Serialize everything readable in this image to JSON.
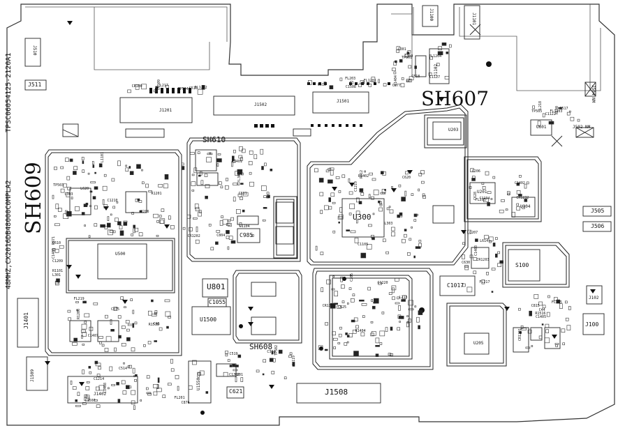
{
  "board": {
    "part_number": "TPSC06054125-2120A1",
    "model_note": "48MHZ,CX2016DB48000C0MPLA2"
  },
  "shields": {
    "sh609": "SH609",
    "sh607": "SH607",
    "sh608": "SH608",
    "sh610": "SH610"
  },
  "chips": {
    "u300": "U300",
    "u801": "U801",
    "u1500": "U1500",
    "s100": "S100",
    "c985": "C985",
    "c1055": "C1055",
    "c621": "C621",
    "j1508": "J1508",
    "j1401": "J1401",
    "j1201": "J1201",
    "j1502": "J1502",
    "j1501": "J1501",
    "j511": "J511",
    "j510": "J510",
    "j505": "J505",
    "j506": "J506",
    "j100": "J100",
    "j102": "J102",
    "j1102": "J1102",
    "j1402": "J1402",
    "j1101": "J1101",
    "j1509": "J1509",
    "j504_nm": "J504 NM",
    "j502_nm": "J502 NM",
    "j1100": "J1100",
    "u500": "U500",
    "u201": "U201",
    "u204": "U204",
    "u203": "U203",
    "u205": "U205",
    "u601": "U601",
    "u1550": "U1550",
    "c1017": "C1017"
  },
  "small_labels": [
    "C1210",
    "C1209",
    "CR1202",
    "C1219",
    "C1220",
    "C1234",
    "CR1203",
    "CR1201",
    "R1206",
    "C1214",
    "FL1201",
    "FL1202",
    "FL1203",
    "FL1204",
    "C1202",
    "R1201",
    "C1401",
    "R1401",
    "R1402",
    "R1404",
    "C1402",
    "C1403",
    "C1405",
    "C1407",
    "C1408",
    "C1404",
    "TP504",
    "TP505",
    "TP501",
    "TP502",
    "TP503",
    "R871",
    "C804",
    "R812",
    "L213",
    "FL213",
    "FL217",
    "FL215",
    "FL219",
    "FL201",
    "FL203",
    "L217",
    "L218",
    "C301",
    "C302",
    "C303",
    "L301",
    "L302",
    "L303",
    "C205",
    "C206",
    "C207",
    "R1516",
    "R1518",
    "C1507",
    "C1508",
    "C1509",
    "C1122",
    "C1127",
    "C1119",
    "L1101",
    "R1101",
    "C1104",
    "C1105",
    "CR1231",
    "CR1232",
    "L614",
    "C44",
    "C45",
    "C514",
    "C515",
    "C516",
    "C517",
    "C518",
    "C519",
    "L620",
    "C610",
    "C611",
    "C620",
    "C625",
    "C628",
    "C630",
    "C815",
    "C875",
    "C876",
    "C877",
    "CR100",
    "R100",
    "C100",
    "Y201",
    "U206"
  ]
}
